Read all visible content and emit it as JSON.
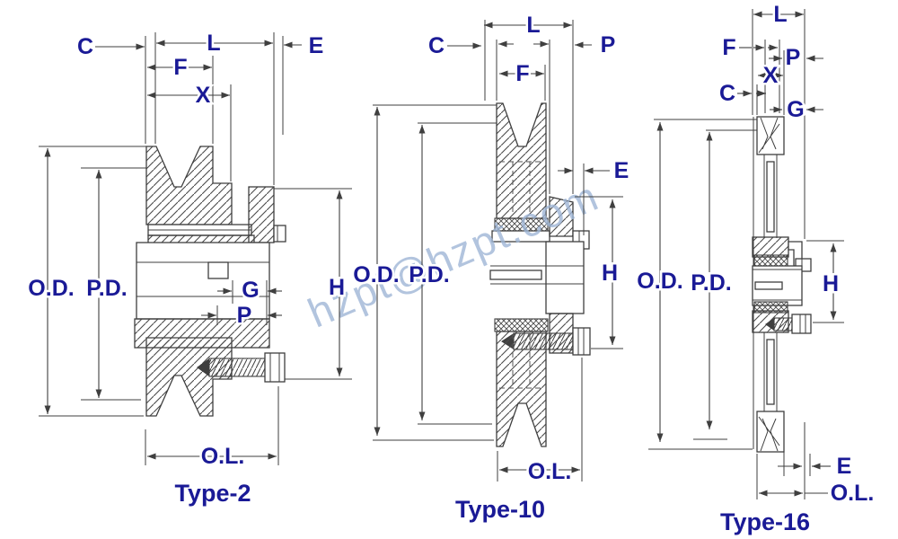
{
  "watermark": "hzpt@hzpt.com",
  "colors": {
    "label": "#1a1a96",
    "line": "#3f3f3f",
    "watermark": "#9fb6d6",
    "background": "#ffffff"
  },
  "diagrams": [
    {
      "caption": "Type-2",
      "labels": {
        "c": "C",
        "l": "L",
        "e": "E",
        "f": "F",
        "x": "X",
        "od": "O.D.",
        "pd": "P.D.",
        "g": "G",
        "p": "P",
        "h": "H",
        "ol": "O.L."
      }
    },
    {
      "caption": "Type-10",
      "labels": {
        "c": "C",
        "l": "L",
        "p": "P",
        "f": "F",
        "e": "E",
        "od": "O.D.",
        "pd": "P.D.",
        "h": "H",
        "ol": "O.L."
      }
    },
    {
      "caption": "Type-16",
      "labels": {
        "l": "L",
        "f": "F",
        "p": "P",
        "x": "X",
        "c": "C",
        "g": "G",
        "od": "O.D.",
        "pd": "P.D.",
        "h": "H",
        "e": "E",
        "ol": "O.L."
      }
    }
  ]
}
